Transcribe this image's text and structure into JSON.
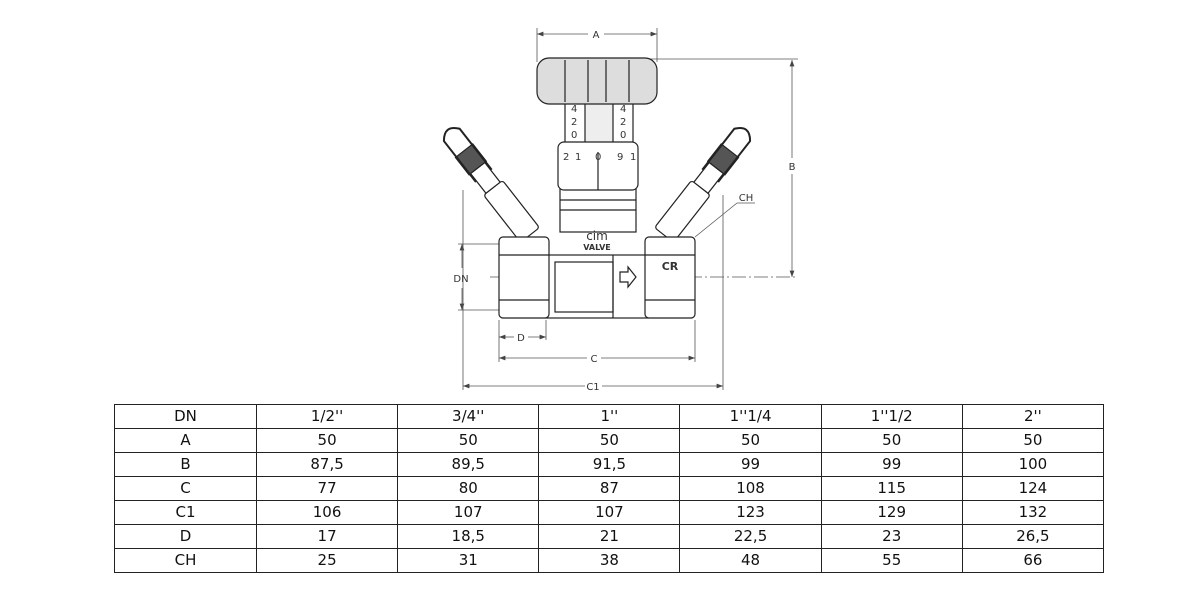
{
  "drawing": {
    "labels": {
      "A": "A",
      "B": "B",
      "C": "C",
      "C1": "C1",
      "D": "D",
      "DN": "DN",
      "CH": "CH"
    },
    "dial_numbers": [
      "2",
      "1",
      "0",
      "9",
      "1"
    ],
    "scale_marks": [
      "4",
      "2",
      "0"
    ],
    "brand_line1": "cim",
    "brand_line2": "VALVE",
    "body_logo": "CR"
  },
  "table": {
    "header": [
      "DN",
      "1/2''",
      "3/4''",
      "1''",
      "1''1/4",
      "1''1/2",
      "2''"
    ],
    "rows": [
      [
        "A",
        "50",
        "50",
        "50",
        "50",
        "50",
        "50"
      ],
      [
        "B",
        "87,5",
        "89,5",
        "91,5",
        "99",
        "99",
        "100"
      ],
      [
        "C",
        "77",
        "80",
        "87",
        "108",
        "115",
        "124"
      ],
      [
        "C1",
        "106",
        "107",
        "107",
        "123",
        "129",
        "132"
      ],
      [
        "D",
        "17",
        "18,5",
        "21",
        "22,5",
        "23",
        "26,5"
      ],
      [
        "CH",
        "25",
        "31",
        "38",
        "48",
        "55",
        "66"
      ]
    ]
  }
}
